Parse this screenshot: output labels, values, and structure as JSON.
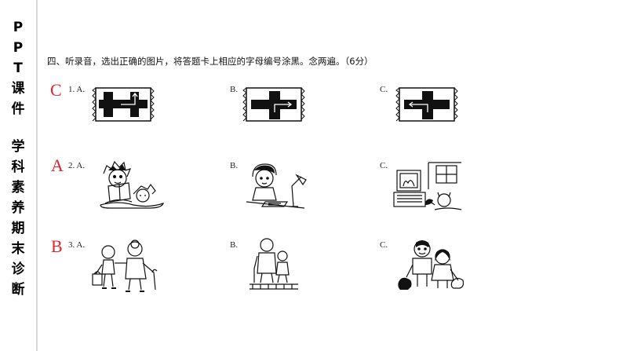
{
  "sidebar": {
    "top_chars": [
      "P",
      "P",
      "T",
      "课",
      "件"
    ],
    "bottom_chars": [
      "学",
      "科",
      "素",
      "养",
      "期",
      "末",
      "诊",
      "断"
    ]
  },
  "instruction": "四、听录音，选出正确的图片，将答题卡上相应的字母编号涂黑。念两遍。（6分）",
  "questions": [
    {
      "answer": "C",
      "options": [
        {
          "label": "1. A.",
          "picture": "road-map-turn-left-then-up-icon"
        },
        {
          "label": "B.",
          "picture": "road-map-go-straight-icon"
        },
        {
          "label": "C.",
          "picture": "road-map-turn-left-icon"
        }
      ]
    },
    {
      "answer": "A",
      "options": [
        {
          "label": "2. A.",
          "picture": "reading-story-to-child-icon"
        },
        {
          "label": "B.",
          "picture": "doing-homework-at-desk-icon"
        },
        {
          "label": "C.",
          "picture": "watching-tv-at-home-icon"
        }
      ]
    },
    {
      "answer": "B",
      "options": [
        {
          "label": "3. A.",
          "picture": "shopping-with-grandma-icon"
        },
        {
          "label": "B.",
          "picture": "helping-grandpa-cross-road-icon"
        },
        {
          "label": "C.",
          "picture": "walking-dogs-icon"
        }
      ]
    }
  ],
  "colors": {
    "answer": "#e0242b",
    "text": "#111111",
    "sidebar_rule": "#d9d9d9"
  }
}
